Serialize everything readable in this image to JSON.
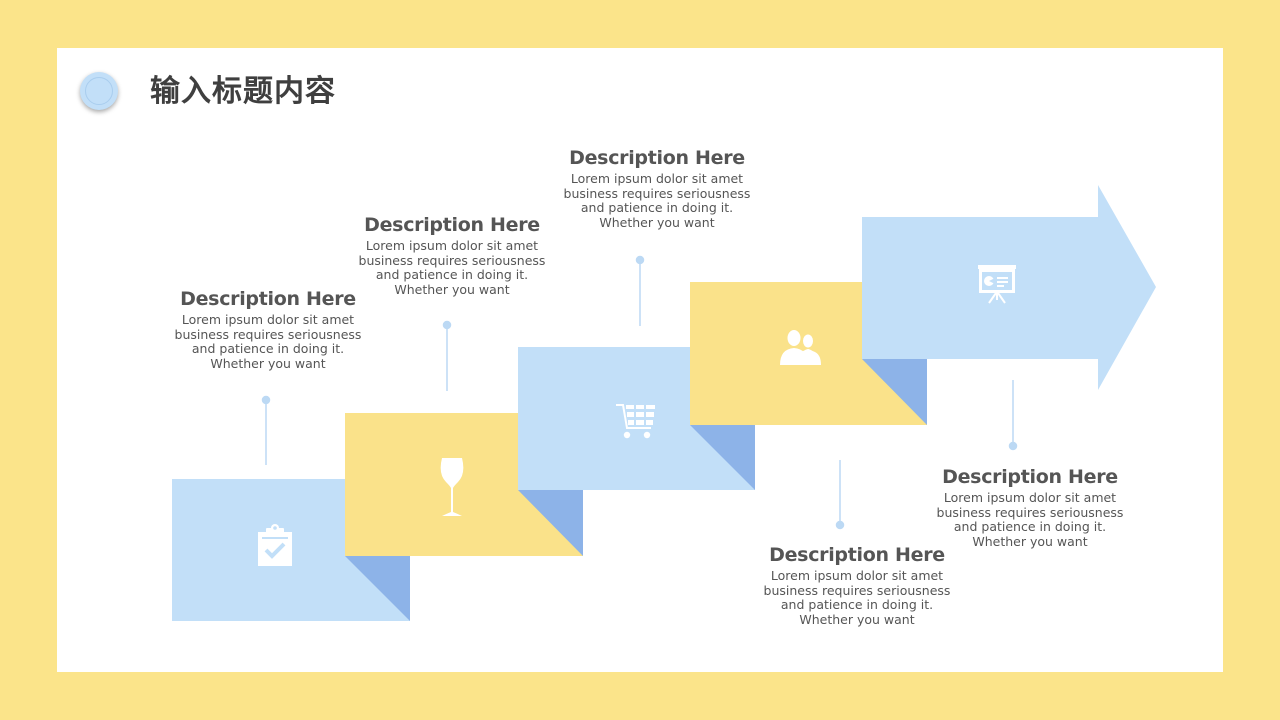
{
  "slide": {
    "title": "输入标题内容",
    "colors": {
      "background": "#FBE48A",
      "card": "#FFFFFF",
      "blue": "#C2DFF8",
      "yellow": "#FAE28A",
      "fold": "#8DB3E8",
      "connector": "#BCD9F4",
      "text": "#555555"
    }
  },
  "steps": [
    {
      "label": "Description Here",
      "text": "Lorem ipsum dolor sit amet\nbusiness requires seriousness\nand patience in doing it.\nWhether you want",
      "icon": "clipboard-check-icon",
      "color": "blue"
    },
    {
      "label": "Description Here",
      "text": "Lorem ipsum dolor sit amet\nbusiness requires seriousness\nand patience in doing it.\nWhether you want",
      "icon": "wine-glass-icon",
      "color": "yellow"
    },
    {
      "label": "Description Here",
      "text": "Lorem ipsum dolor sit amet\nbusiness requires seriousness\nand patience in doing it.\nWhether you want",
      "icon": "shopping-cart-icon",
      "color": "blue"
    },
    {
      "label": "Description Here",
      "text": "Lorem ipsum dolor sit amet\nbusiness requires seriousness\nand patience in doing it.\nWhether you want",
      "icon": "users-icon",
      "color": "yellow"
    },
    {
      "label": "Description Here",
      "text": "Lorem ipsum dolor sit amet\nbusiness requires seriousness\nand patience in doing it.\nWhether you want",
      "icon": "presentation-board-icon",
      "color": "blue"
    }
  ]
}
